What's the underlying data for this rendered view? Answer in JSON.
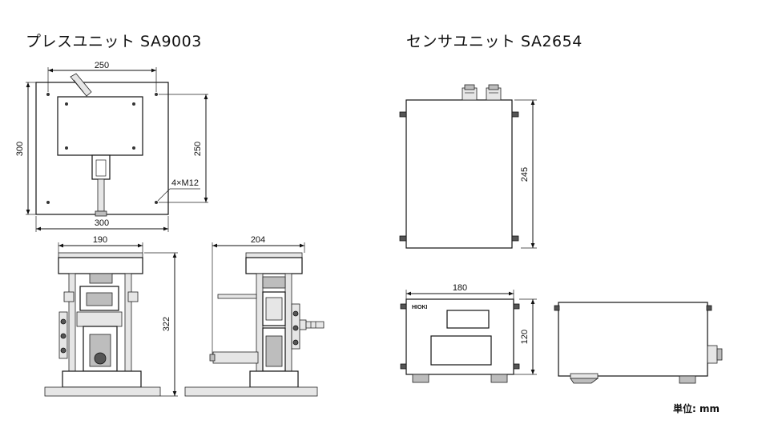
{
  "titles": {
    "press": "プレスユニット SA9003",
    "sensor": "センサユニット SA2654"
  },
  "unit_note": "単位: mm",
  "dimensions": {
    "press_top_width_upper": "250",
    "press_top_height_left": "300",
    "press_top_height_right": "250",
    "press_top_width_lower": "300",
    "press_hole_note": "4×M12",
    "press_front_width": "190",
    "press_front_height": "322",
    "press_side_width": "204",
    "sensor_top_height": "245",
    "sensor_front_width": "180",
    "sensor_front_height": "120"
  },
  "brand_label": "HIOKI"
}
